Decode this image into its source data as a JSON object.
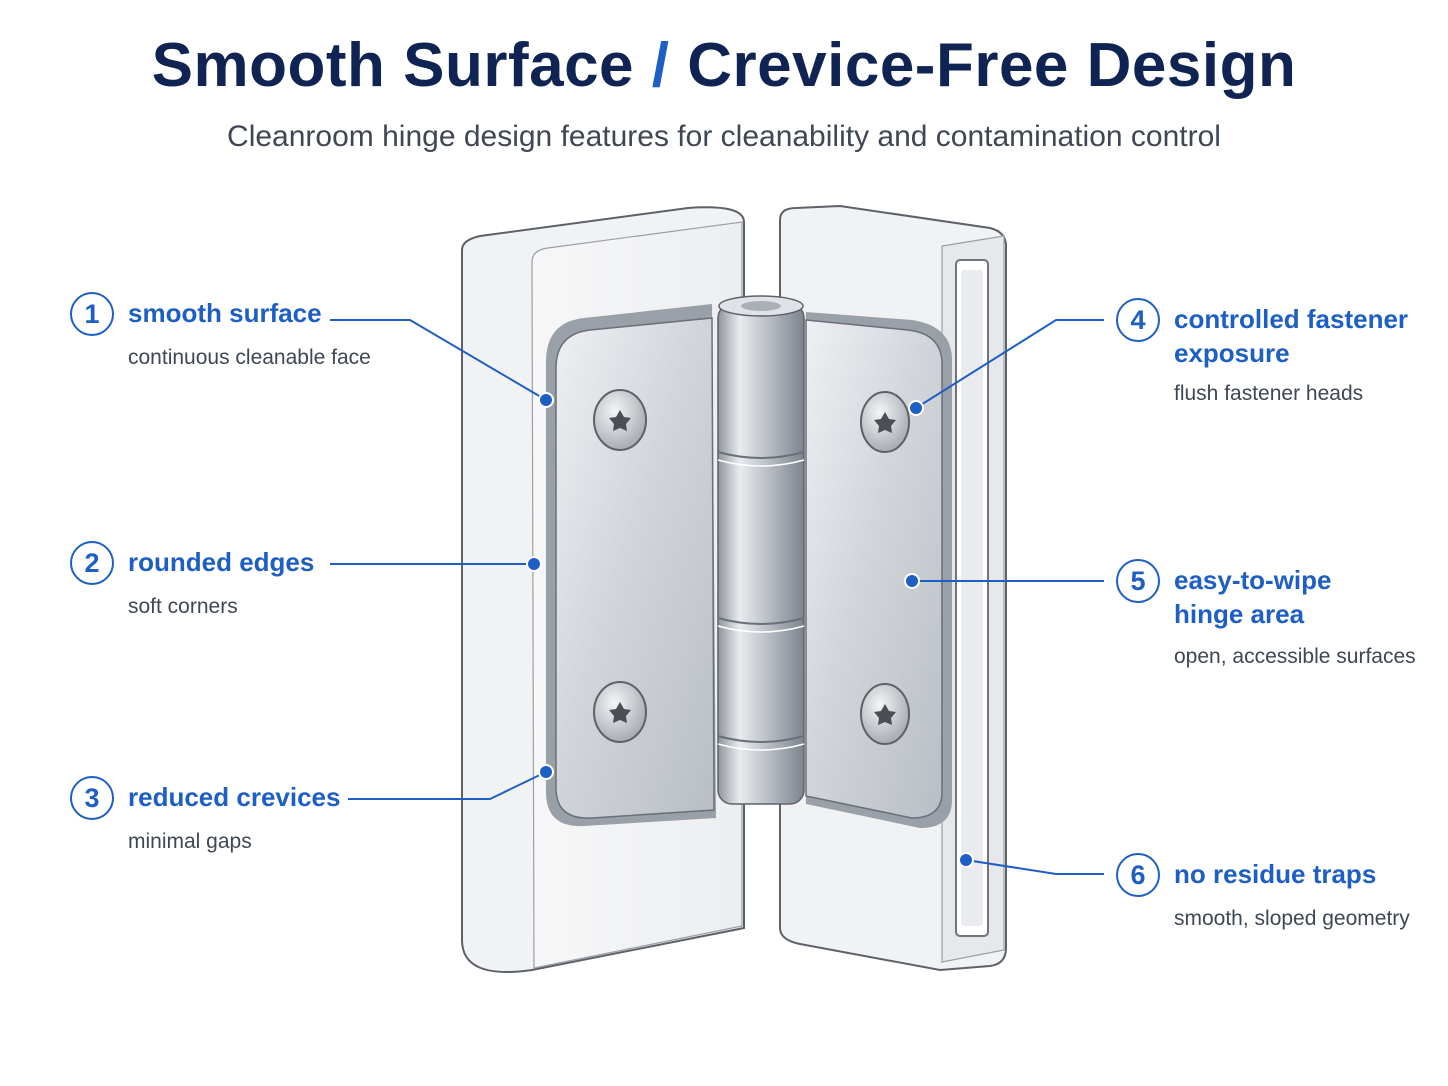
{
  "header": {
    "title_part1": "Smooth Surface",
    "title_slash": "/",
    "title_part2": "Crevice-Free Design",
    "subtitle": "Cleanroom hinge design features for cleanability and contamination control"
  },
  "callouts": [
    {
      "number": "1",
      "title": "smooth surface",
      "description": "continuous cleanable face"
    },
    {
      "number": "2",
      "title": "rounded edges",
      "description": "soft corners"
    },
    {
      "number": "3",
      "title": "reduced crevices",
      "description": "minimal gaps"
    },
    {
      "number": "4",
      "title": "controlled fastener exposure",
      "description": "flush fastener heads"
    },
    {
      "number": "5",
      "title": "easy-to-wipe hinge area",
      "description": "open, accessible surfaces"
    },
    {
      "number": "6",
      "title": "no residue traps",
      "description": "smooth, sloped geometry"
    }
  ],
  "colors": {
    "title": "#0f2452",
    "accent": "#1d5fc4",
    "text": "#3f4754",
    "steel": "#c9ced4"
  }
}
